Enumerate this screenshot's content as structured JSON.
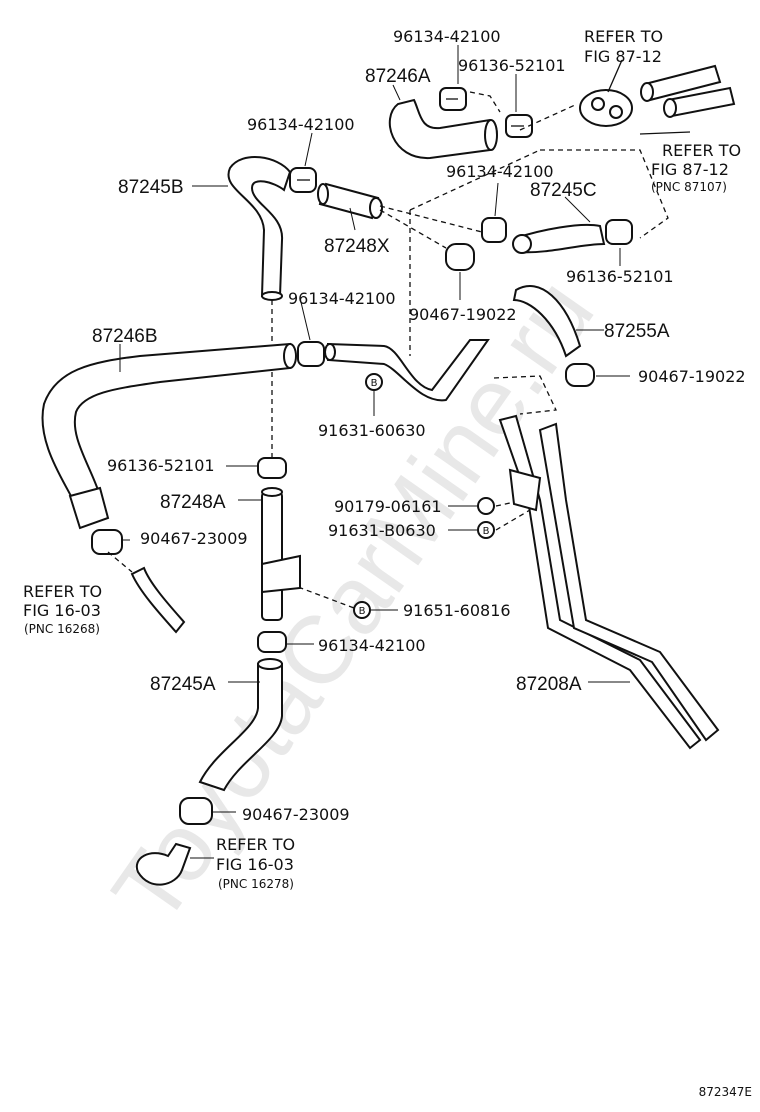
{
  "watermark": "ToyotaCarMine.ru",
  "figure_code": "872347E",
  "parts": {
    "p_87246A": "87246A",
    "p_96134_top": "96134-42100",
    "p_96136_top": "96136-52101",
    "p_refer_top1": "REFER TO",
    "p_fig_top1": "FIG 87-12",
    "p_refer_top2": "REFER TO",
    "p_fig_top2": "FIG 87-12",
    "p_pnc_top2": "(PNC 87107)",
    "p_96134_left": "96134-42100",
    "p_87245B": "87245B",
    "p_96134_mid": "96134-42100",
    "p_87245C": "87245C",
    "p_87248X": "87248X",
    "p_96136_mid": "96136-52101",
    "p_96134_hose": "96134-42100",
    "p_90467_19022a": "90467-19022",
    "p_87255A": "87255A",
    "p_87246B": "87246B",
    "p_90467_19022b": "90467-19022",
    "p_91631_60630": "91631-60630",
    "p_96136_low": "96136-52101",
    "p_87248A": "87248A",
    "p_90179": "90179-06161",
    "p_91631_B0630": "91631-B0630",
    "p_90467_23009a": "90467-23009",
    "p_refer_left": "REFER TO",
    "p_fig_left": "FIG 16-03",
    "p_pnc_left": "(PNC 16268)",
    "p_91651": "91651-60816",
    "p_96134_bottom": "96134-42100",
    "p_87245A": "87245A",
    "p_87208A": "87208A",
    "p_90467_23009b": "90467-23009",
    "p_refer_bottom": "REFER TO",
    "p_fig_bottom": "FIG 16-03",
    "p_pnc_bottom": "(PNC 16278)"
  }
}
